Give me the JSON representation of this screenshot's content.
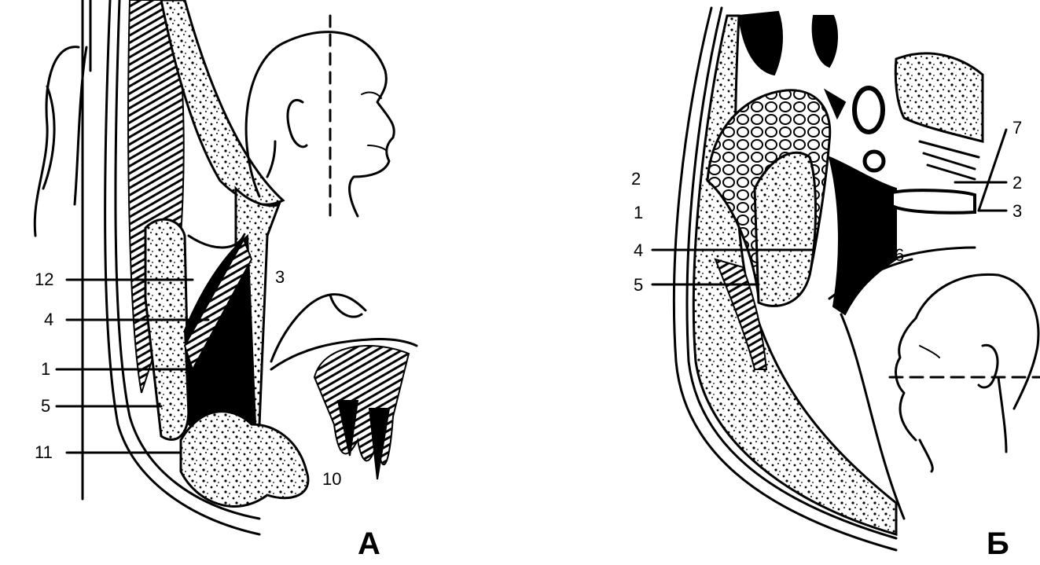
{
  "panel_a": {
    "letter": "А",
    "labels": {
      "l12": "12",
      "l4": "4",
      "l1": "1",
      "l5": "5",
      "l11": "11",
      "l3": "3",
      "l10": "10"
    }
  },
  "panel_b": {
    "letter": "Б",
    "labels": {
      "l2_left": "2",
      "l1": "1",
      "l4": "4",
      "l5": "5",
      "l6": "6",
      "l7": "7",
      "l2_right": "2",
      "l3": "3"
    }
  }
}
